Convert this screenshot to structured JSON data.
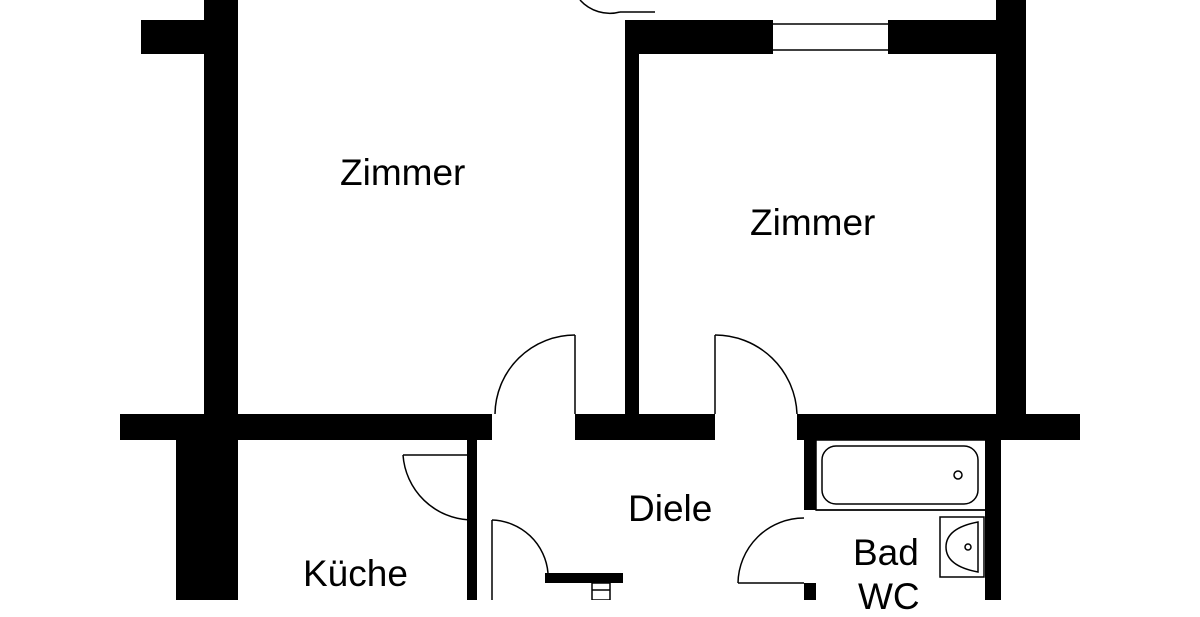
{
  "rooms": {
    "zimmer_1": "Zimmer",
    "zimmer_2": "Zimmer",
    "diele": "Diele",
    "kueche": "Küche",
    "bad": "Bad",
    "wc": "WC"
  },
  "colors": {
    "wall": "#000000",
    "background": "#ffffff",
    "line": "#000000"
  }
}
